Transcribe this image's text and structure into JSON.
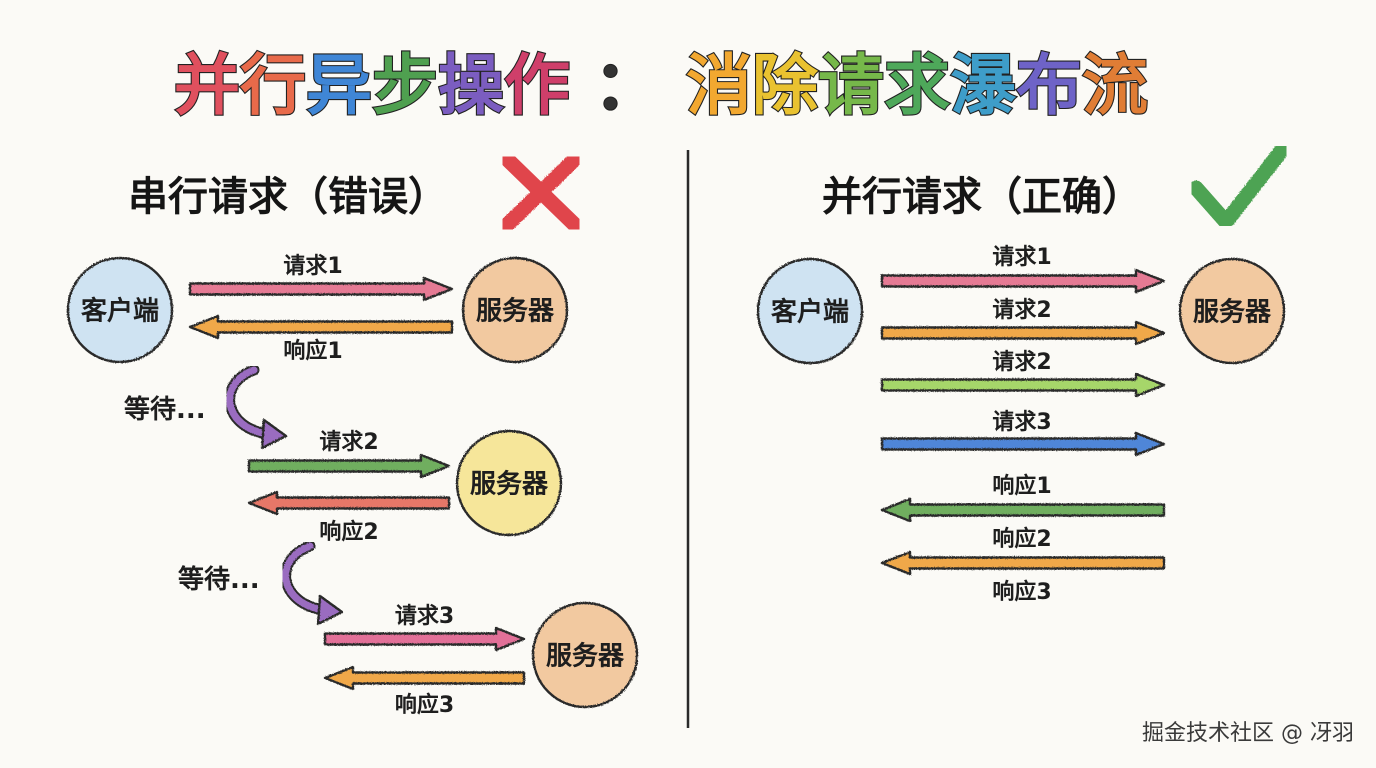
{
  "title": {
    "part1": "并行异步操作",
    "separator": "：",
    "part2": "消除请求瀑布流",
    "colors1": [
      "#e0505e",
      "#e86a4a",
      "#3f86d6",
      "#4fa050",
      "#7b5dc0",
      "#cf3f6a"
    ],
    "separator_color": "#333333",
    "colors2": [
      "#f2a830",
      "#e9c230",
      "#76b84a",
      "#4ea85a",
      "#3e9dc9",
      "#6e63c7",
      "#e07d35"
    ]
  },
  "serial": {
    "heading": "串行请求（错误）",
    "mark_icon": "red-x-icon",
    "client_label": "客户端",
    "servers": [
      {
        "label": "服务器",
        "fill": "#f2c9a0"
      },
      {
        "label": "服务器",
        "fill": "#f6e69a"
      },
      {
        "label": "服务器",
        "fill": "#f2c9a0"
      }
    ],
    "steps": [
      {
        "request": "请求1",
        "response": "响应1",
        "request_color": "#e57a94",
        "response_color": "#f0a848"
      },
      {
        "request": "请求2",
        "response": "响应2",
        "request_color": "#6fae5e",
        "response_color": "#e77768"
      },
      {
        "request": "请求3",
        "response": "响应3",
        "request_color": "#e27098",
        "response_color": "#f0a848"
      }
    ],
    "wait_label": "等待...",
    "wait_arrow_color": "#9a6cc0"
  },
  "parallel": {
    "heading": "并行请求（正确）",
    "mark_icon": "green-check-icon",
    "client_label": "客户端",
    "server_label": "服务器",
    "server_fill": "#f2c9a0",
    "requests": [
      {
        "label": "请求1",
        "color": "#e57a94"
      },
      {
        "label": "请求2",
        "color": "#f0a848"
      },
      {
        "label": "请求2",
        "color": "#a6d66a"
      },
      {
        "label": "请求3",
        "color": "#4f86d8"
      }
    ],
    "responses": [
      {
        "label": "响应1",
        "color": "#6fae5e"
      },
      {
        "label": "响应2",
        "color": "#f0a848"
      },
      {
        "label": "响应3",
        "color": "#e77768"
      }
    ]
  },
  "client_fill": "#cfe3f2",
  "watermark": "掘金技术社区 @ 冴羽"
}
